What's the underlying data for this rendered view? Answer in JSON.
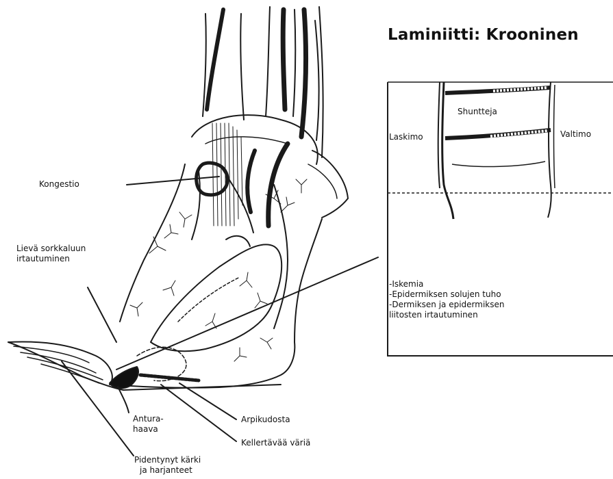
{
  "title": "Laminiitti: Krooninen",
  "hoof_labels": {
    "kongestio": "Kongestio",
    "rotation_line1": "Lievä sorkkaluun",
    "rotation_line2": "irtautuminen",
    "sole_ulcer_line1": "Antura-",
    "sole_ulcer_line2": "haava",
    "toe_line1": "Pidentynyt kärki",
    "toe_line2": "ja harjanteet",
    "scar": "Arpikudosta",
    "yellow": "Kellertävää väriä"
  },
  "inset": {
    "shunts": "Shuntteja",
    "vein": "Laskimo",
    "artery": "Valtimo",
    "notes": [
      "-Iskemia",
      "-Epidermiksen solujen tuho",
      "-Dermiksen ja epidermiksen",
      "liitosten irtautuminen"
    ]
  }
}
